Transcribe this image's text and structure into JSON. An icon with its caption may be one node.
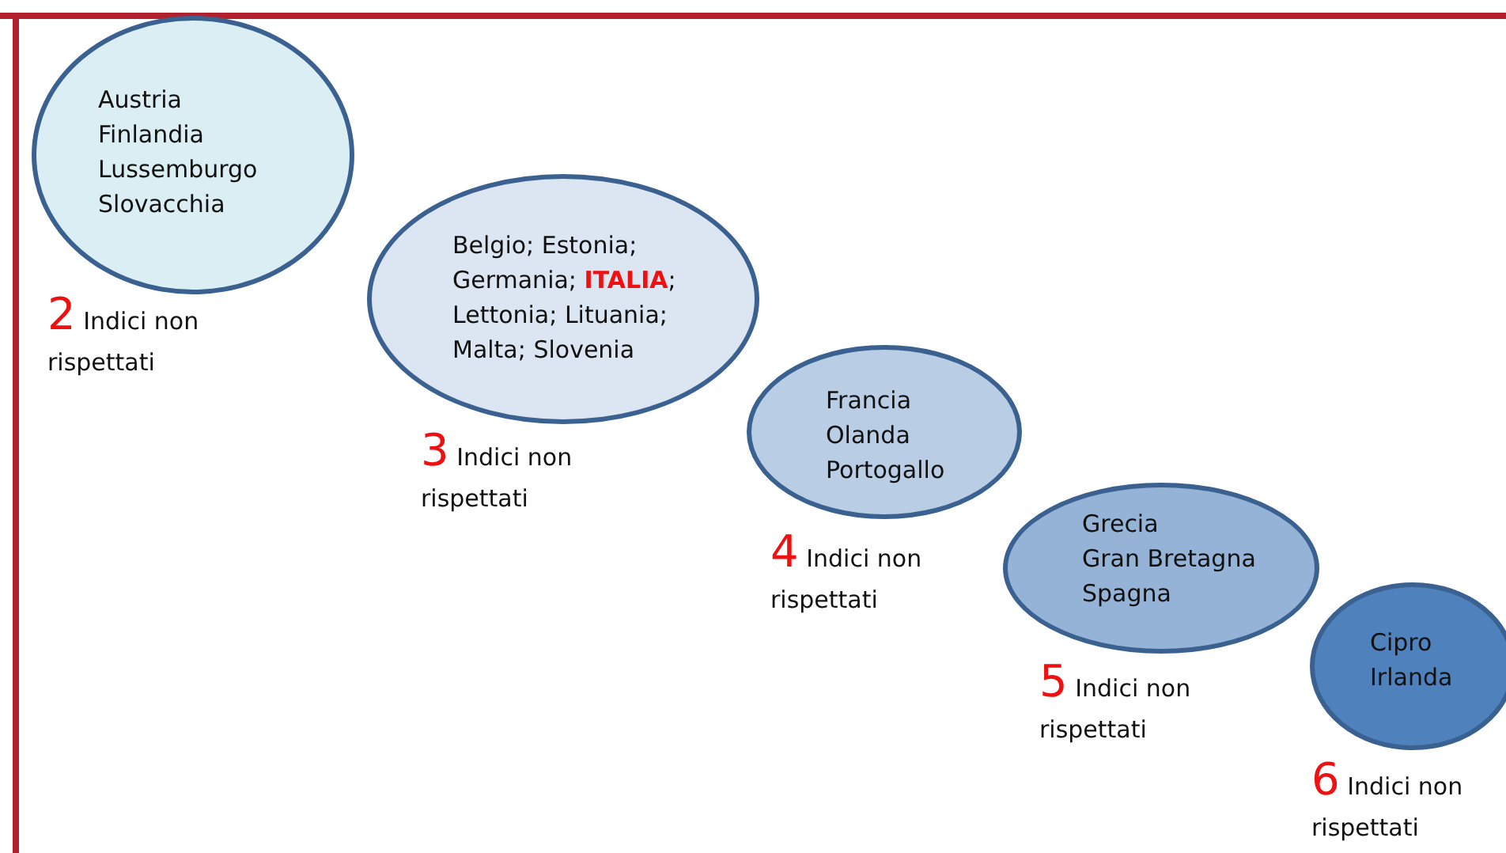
{
  "diagram": {
    "nodes": [
      {
        "text": [
          "Austria",
          "Finlandia",
          "Lussemburgo",
          "Slovacchia"
        ],
        "beside": [
          "**2** Indici non rispettati"
        ]
      },
      {
        "text": [
          "Belgio; Estonia; Germania; **ITALIA**; Lettonia; Lituania; Malta; Slovenia"
        ],
        "beside": [
          "**3** Indici non rispettati"
        ]
      },
      {
        "text": [
          "Francia",
          "Olanda",
          "Portogallo"
        ],
        "beside": [
          "**4** Indici non rispettati"
        ]
      },
      {
        "text": [
          "Grecia",
          "Gran Bretagna",
          "Spagna"
        ],
        "beside": [
          "**5** Indici non rispettati"
        ]
      },
      {
        "text": [
          "Cipro",
          "Irlanda"
        ],
        "beside": [
          "**6** Indici non rispettati"
        ]
      }
    ],
    "edges": []
  }
}
